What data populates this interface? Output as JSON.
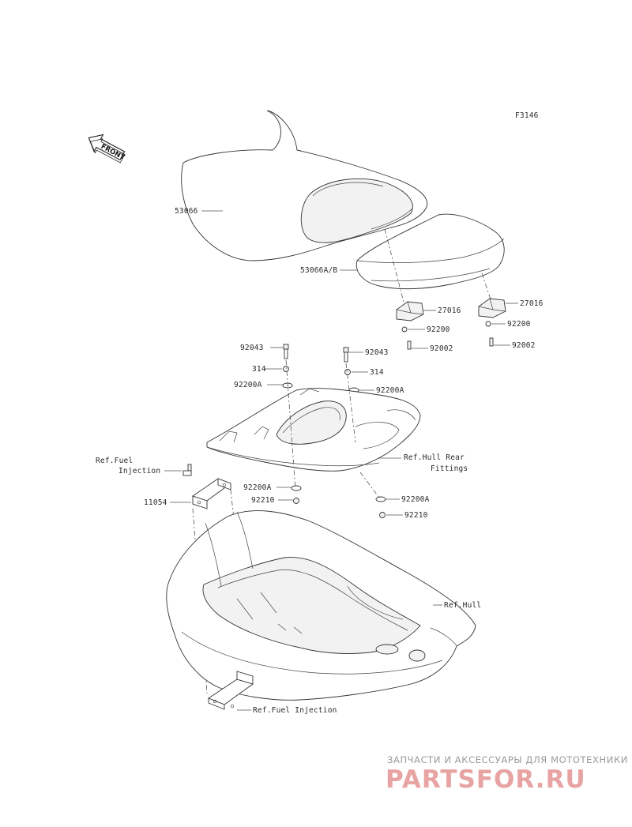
{
  "figure_code": "F3146",
  "front_badge": "FRONT",
  "callouts": {
    "seat_front": "53066",
    "seat_rear": "53066A/B",
    "damper_left": "27016",
    "damper_right": "27016",
    "washer_left": "92200",
    "washer_right": "92200",
    "nut_left": "92002",
    "nut_right": "92002",
    "bolt_left": "92043",
    "bolt_right": "92043",
    "collar_left": "314",
    "collar_right": "314",
    "washer_a_left_top": "92200A",
    "washer_a_right_top": "92200A",
    "ref_fuel_top": "Ref.Fuel",
    "ref_fuel_top2": "Injection",
    "bracket": "11054",
    "ref_hull_rear": "Ref.Hull Rear",
    "ref_hull_rear2": "Fittings",
    "washer_a_left_bottom": "92200A",
    "nut_a_left": "92210",
    "washer_a_right_bottom": "92200A",
    "nut_a_right": "92210",
    "ref_hull": "Ref.Hull",
    "ref_fuel_bottom": "Ref.Fuel Injection"
  },
  "watermark": {
    "tagline": "ЗАПЧАСТИ И АКСЕССУАРЫ ДЛЯ МОТОТЕХНИКИ",
    "brand": "PARTSFOR.RU"
  }
}
